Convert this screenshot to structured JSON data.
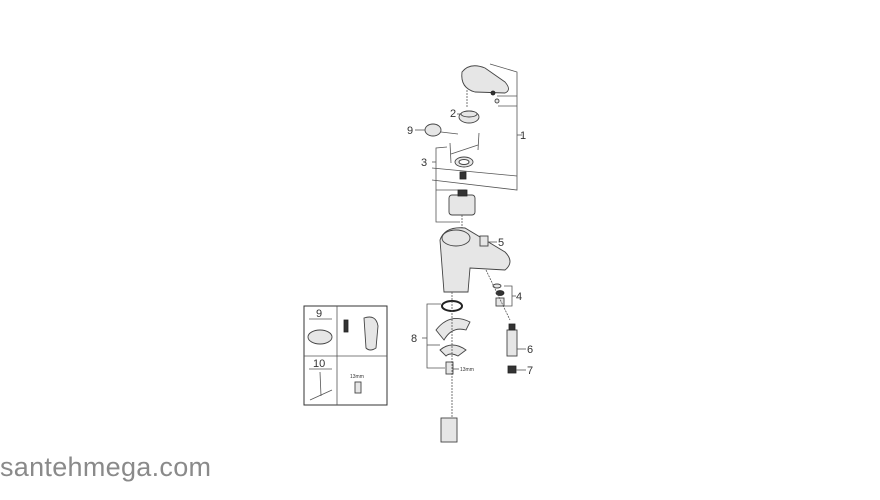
{
  "diagram": {
    "part_labels": {
      "p1": "1",
      "p2": "2",
      "p3": "3",
      "p4": "4",
      "p5": "5",
      "p6": "6",
      "p7": "7",
      "p8": "8",
      "p9": "9"
    },
    "annotation_13mm": "13mm",
    "inset": {
      "cell_9_label": "9",
      "cell_10_label": "10",
      "cell_13mm_label": "13mm"
    }
  },
  "watermark": "santehmega.com"
}
